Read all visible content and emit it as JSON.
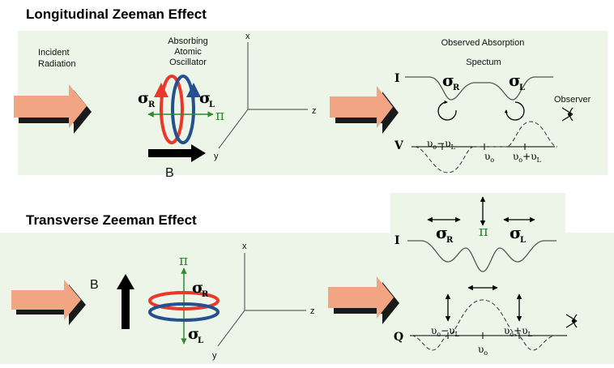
{
  "longitudinal": {
    "title": "Longitudinal Zeeman Effect",
    "incident_line1": "Incident",
    "incident_line2": "Radiation",
    "oscillator_line1": "Absorbing",
    "oscillator_line2": "Atomic",
    "oscillator_line3": "Oscillator",
    "axis_x": "x",
    "axis_y": "y",
    "axis_z": "z",
    "sigma": "σ",
    "sub_r": "R",
    "sub_l": "L",
    "pi": "π",
    "field": "B",
    "observed_title": "Observed Absorption",
    "spectrum": "Spectum",
    "observer": "Observer",
    "intensity_label": "I",
    "v_label": "V",
    "nu": "υ",
    "sub_o": "o",
    "minus": "−",
    "plus": "+"
  },
  "transverse": {
    "title": "Transverse Zeeman Effect",
    "axis_x": "x",
    "axis_y": "y",
    "axis_z": "z",
    "sigma": "σ",
    "sub_r": "R",
    "sub_l": "L",
    "pi": "π",
    "field": "B",
    "intensity_label": "I",
    "q_label": "Q",
    "nu": "υ",
    "sub_o": "o",
    "minus": "−",
    "plus": "+"
  },
  "colors": {
    "panel": "#ecf5e7",
    "arrow": "#f2a583",
    "arrow_shadow": "#1a1a1a",
    "red": "#e8392a",
    "blue": "#25508f",
    "green": "#2d8a2f"
  }
}
